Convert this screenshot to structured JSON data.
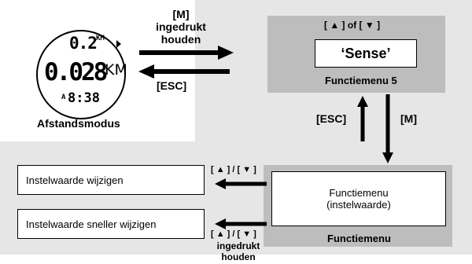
{
  "watch": {
    "top_value": "0.2",
    "top_unit": "KM",
    "main_value": "0.028",
    "main_unit": "KM",
    "time_marker": "A",
    "time": "8:38",
    "caption": "Afstandsmodus"
  },
  "arrow_labels": {
    "m_hold_line1": "[M]",
    "m_hold_line2": "ingedrukt",
    "m_hold_line3": "houden",
    "esc_left": "[ESC]",
    "esc_vertical": "[ESC]",
    "m_vertical": "[M]",
    "up_down_1": "[ ▲ ] / [ ▼ ]",
    "up_down_2": "[ ▲ ] / [ ▼ ]",
    "ingedrukt_bottom": "ingedrukt",
    "houden_bottom": "houden"
  },
  "top_panel": {
    "header": "[ ▲ ] of [ ▼ ]",
    "box_text": "‘Sense’",
    "footer": "Functiemenu 5"
  },
  "bottom_panel": {
    "box_line1": "Functiemenu",
    "box_line2": "(instelwaarde)",
    "footer": "Functiemenu"
  },
  "left_boxes": {
    "box1": "Instelwaarde wijzigen",
    "box2": "Instelwaarde sneller wijzigen"
  }
}
